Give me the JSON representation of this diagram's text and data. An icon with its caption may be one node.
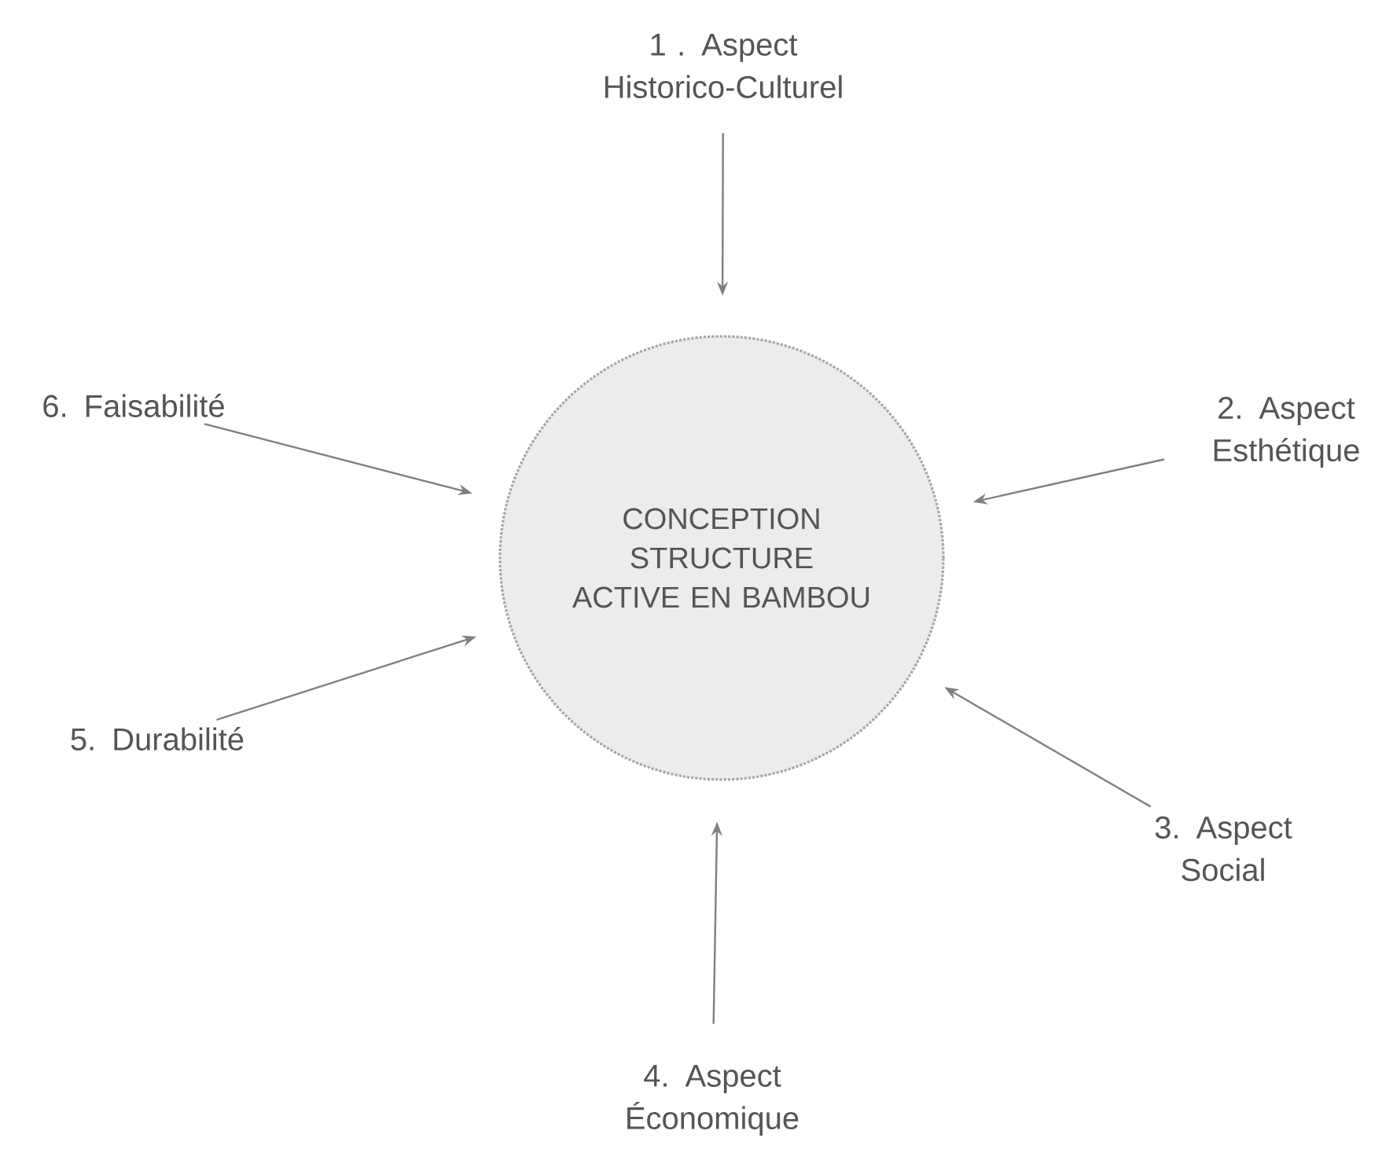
{
  "diagram": {
    "nodes": [
      {
        "text": [
          "CONCEPTION STRUCTURE ACTIVE EN BAMBOU"
        ]
      },
      {
        "text": [
          "1 . Aspect Historico-Culturel"
        ]
      },
      {
        "text": [
          "2. Aspect Esthétique"
        ]
      },
      {
        "text": [
          "3. Aspect Social"
        ]
      },
      {
        "text": [
          "4. Aspect Économique"
        ]
      },
      {
        "text": [
          "5. Durabilité"
        ]
      },
      {
        "text": [
          "6. Faisabilité"
        ]
      }
    ],
    "edges": [
      {
        "from": 1,
        "to": 0,
        "arrow": "to"
      },
      {
        "from": 2,
        "to": 0,
        "arrow": "to"
      },
      {
        "from": 3,
        "to": 0,
        "arrow": "to"
      },
      {
        "from": 4,
        "to": 0,
        "arrow": "to"
      },
      {
        "from": 5,
        "to": 0,
        "arrow": "to"
      },
      {
        "from": 6,
        "to": 0,
        "arrow": "to"
      }
    ]
  }
}
